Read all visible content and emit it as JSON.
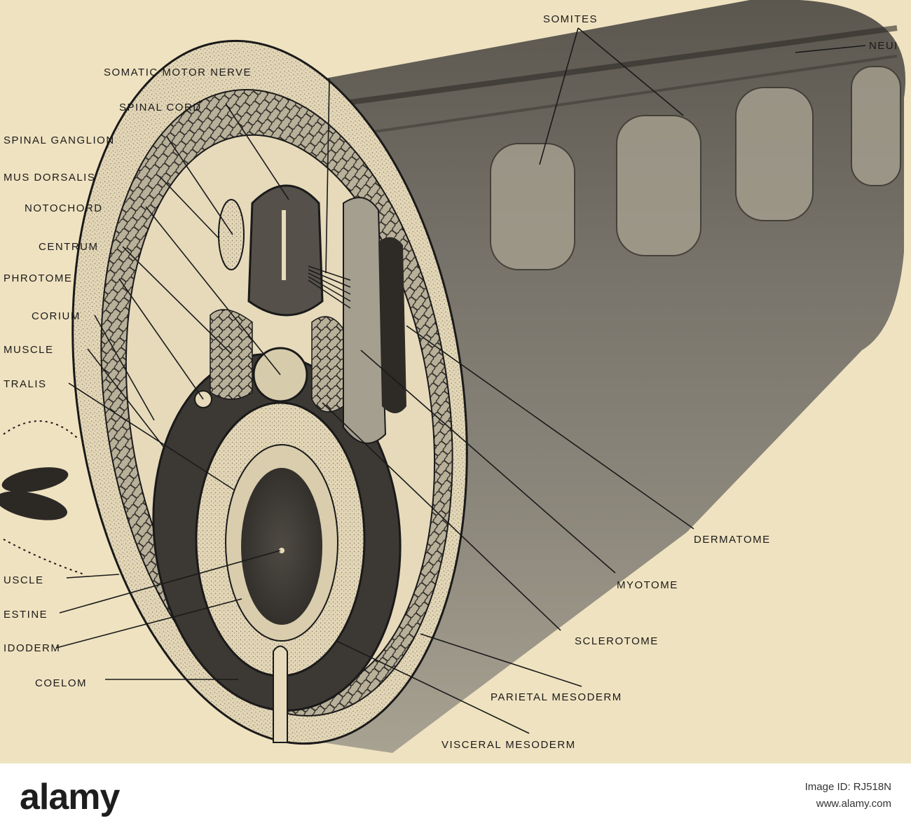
{
  "figure": {
    "labels": {
      "somites": "SOMITES",
      "neural": "NEUI",
      "somatic_motor_nerve": "SOMATIC MOTOR NERVE",
      "spinal_cord": "SPINAL CORD",
      "spinal_ganglion": "SPINAL GANGLION",
      "ramus_dorsalis": "MUS DORSALIS",
      "notochord": "NOTOCHORD",
      "centrum": "CENTRUM",
      "nephrotome": "PHROTOME",
      "corium": "CORIUM",
      "muscle_upper": "MUSCLE",
      "ramus_ventralis": "TRALIS",
      "muscle_lower": "USCLE",
      "intestine": "ESTINE",
      "endoderm": "IDODERM",
      "coelom": "COELOM",
      "dermatome": "DERMATOME",
      "myotome": "MYOTOME",
      "sclerotome": "SCLEROTOME",
      "parietal_mesoderm": "PARIETAL MESODERM",
      "visceral_mesoderm": "VISCERAL MESODERM"
    }
  },
  "watermark": {
    "logo": "alamy",
    "image_id_label": "Image ID: RJ518N",
    "site": "www.alamy.com"
  },
  "colors": {
    "paper": "#efe2c0",
    "ink": "#1a1a1a",
    "shade_dark": "#4a4640",
    "shade_mid": "#8a8578",
    "shade_light": "#d8ccae"
  }
}
